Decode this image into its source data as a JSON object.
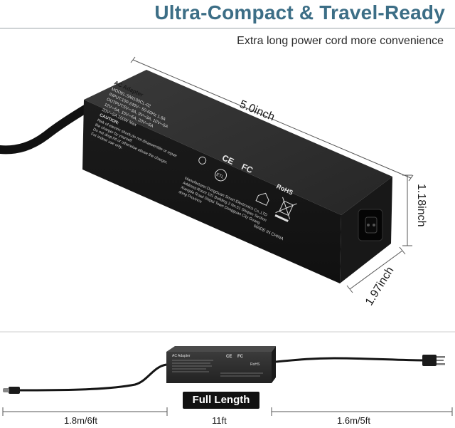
{
  "headline": "Ultra-Compact & Travel-Ready",
  "subheadline": "Extra long power cord more convenience",
  "dimensions": {
    "length": "5.0inch",
    "height": "1.18inch",
    "width": "1.97inch"
  },
  "label_lines": [
    "AC Adapter",
    "MODEL:SMI100CL-02",
    "INPUT:100-240V~ 50-60Hz 1.8A",
    "OUTPUT:5V⎓3A, 9V⎓3A, 10V⎓5A",
    "12V⎓5A, 15V⎓5A, 20V⎓5A",
    "20V⎓5A 100W Max",
    "CAUTION:",
    "Risk of electric shock,do not disassemble or repair",
    "the charger by yourself.",
    "Do not drop,hit or otherwise abuse the charger.",
    "For indoor use only."
  ],
  "manufacturer_lines": [
    "Manufacturer:DongGuan Smart Electronics Co.,LTD",
    "Address:Room 101 Building 2 No.51 Shiqiao Section",
    "Xiangda Road Shipai Town Dongguan City Guang",
    "dong Province",
    "MADE IN CHINA"
  ],
  "marks": [
    "CE",
    "FC",
    "RoHS"
  ],
  "cable": {
    "full_length_badge": "Full Length",
    "left_segment": "1.8m/6ft",
    "total": "11ft",
    "right_segment": "1.6m/5ft"
  },
  "colors": {
    "headline": "#3c6e86",
    "adapter_body": "#2a2a2a"
  }
}
